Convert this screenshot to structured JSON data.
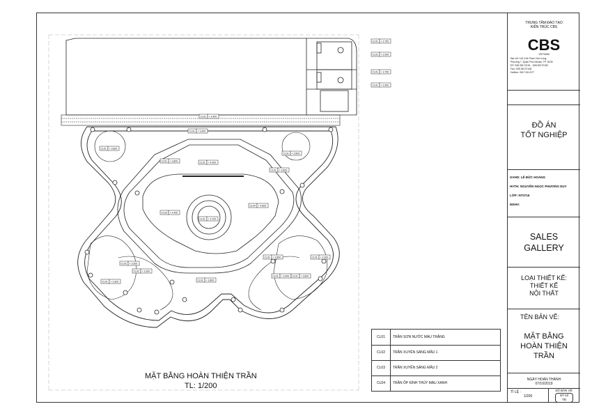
{
  "title_block": {
    "org_line1": "TRUNG TÂM ĐÀO TẠO",
    "org_line2": "KIẾN TRÚC CBS",
    "logo_text": "CBS",
    "logo_sub": "VIETNAM",
    "address_line1": "Địa chỉ: 142-144 Phan Xích Long,",
    "address_line2": "Phường 7, Quận Phú Nhuận, TP. HCM",
    "phone": "ĐT: 028.35172151 - 028.35172152",
    "fax": "Fax: 028.35172148",
    "hotline": "Hotline: 0917.511.577",
    "project_type_line1": "ĐỒ ÁN",
    "project_type_line2": "TỐT NGHIỆP",
    "gvhd": "GVHD: LÊ ĐỨC HOÀNG",
    "hvth": "HVTH: NGUYỄN NGỌC PHƯƠNG DUY",
    "lop": "LỚP:   NT0716",
    "mshv": "MSHV:",
    "project_name_line1": "SALES",
    "project_name_line2": "GALLERY",
    "design_type_label": "LOẠI THIẾT KẾ:",
    "design_type_line1": "THIẾT KẾ",
    "design_type_line2": "NỘI THẤT",
    "drawing_name_label": "TÊN BẢN VẼ:",
    "drawing_name_line1": "MẶT BẰNG",
    "drawing_name_line2": "HOÀN THIỆN",
    "drawing_name_line3": "TRẦN",
    "completion_label": "NGÀY HOÀN THÀNH",
    "completion_date": "07/10/2019",
    "scale_label": "TỈ LỆ :",
    "scale_value": "1/200",
    "sheet_no_label": "SỐ BẢN VẼ:",
    "sheet_no_value": "NT-10",
    "sheet_no_sub": "TB"
  },
  "legend": [
    {
      "code": "CL01",
      "text": "TRẦN SƠN NƯỚC MÀU TRẮNG"
    },
    {
      "code": "CL02",
      "text": "TRẦN XUYÊN SÁNG MẪU 1"
    },
    {
      "code": "CL03",
      "text": "TRẦN XUYÊN SÁNG MẪU 2"
    },
    {
      "code": "CL04",
      "text": "TRẦN ỐP KÍNH THỦY MÀU XANH"
    }
  ],
  "plan": {
    "title": "MẶT BẰNG HOÀN THIỆN TRẦN",
    "scale": "TL: 1/200",
    "tags": [
      {
        "code": "CL01",
        "level": "+ 3.750"
      },
      {
        "code": "CL01",
        "level": "+ 2.900"
      },
      {
        "code": "CL01",
        "level": "+ 3.750"
      },
      {
        "code": "CL01",
        "level": "+ 2.900"
      },
      {
        "code": "CL01",
        "level": "+ 3.400"
      },
      {
        "code": "CL01",
        "level": "+ 3.400"
      },
      {
        "code": "CL01",
        "level": "+ 3.800"
      },
      {
        "code": "CL01",
        "level": "+ 3.800"
      },
      {
        "code": "CL01",
        "level": "+ 3.800"
      },
      {
        "code": "CL01",
        "level": "+ 4.000"
      },
      {
        "code": "CL01",
        "level": "+ 3.800"
      },
      {
        "code": "CL03",
        "level": "+ 4.400"
      },
      {
        "code": "CL04",
        "level": "+ 4.800"
      },
      {
        "code": "CL01",
        "level": "+ 3.700"
      },
      {
        "code": "CL02",
        "level": "+ 3.300"
      },
      {
        "code": "CL02",
        "level": "+ 3.300"
      },
      {
        "code": "CL01",
        "level": "+ 3.300"
      },
      {
        "code": "CL01",
        "level": "+ 3.800"
      },
      {
        "code": "CL01",
        "level": "+ 3.800"
      },
      {
        "code": "CL01",
        "level": "+ 3.300"
      },
      {
        "code": "CL01",
        "level": "+ 3.300"
      },
      {
        "code": "CL01",
        "level": "+ 3.800"
      }
    ]
  }
}
